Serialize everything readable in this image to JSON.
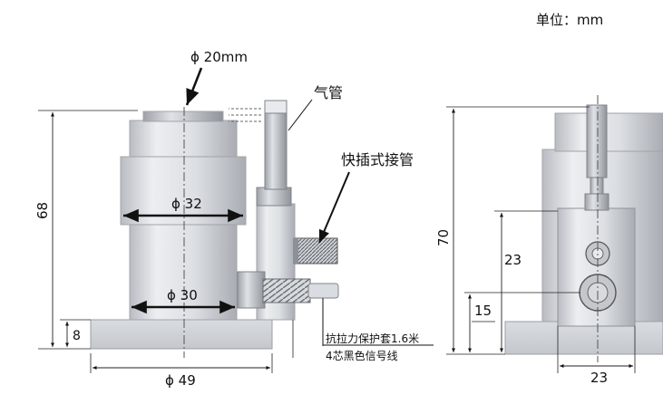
{
  "unit_label": "单位：mm",
  "left_view": {
    "top_diameter": "ϕ 20mm",
    "air_pipe": "气管",
    "quick_connector": "快插式接管",
    "upper_diameter": "ϕ 32",
    "lower_diameter": "ϕ 30",
    "height": "68",
    "base_height": "8",
    "base_width": "ϕ 49",
    "cable_note_line1": "抗拉力保护套1.6米",
    "cable_note_line2": "4芯黑色信号线"
  },
  "right_view": {
    "height": "70",
    "port_height": "23",
    "lower_port_height": "15",
    "body_width": "23"
  }
}
